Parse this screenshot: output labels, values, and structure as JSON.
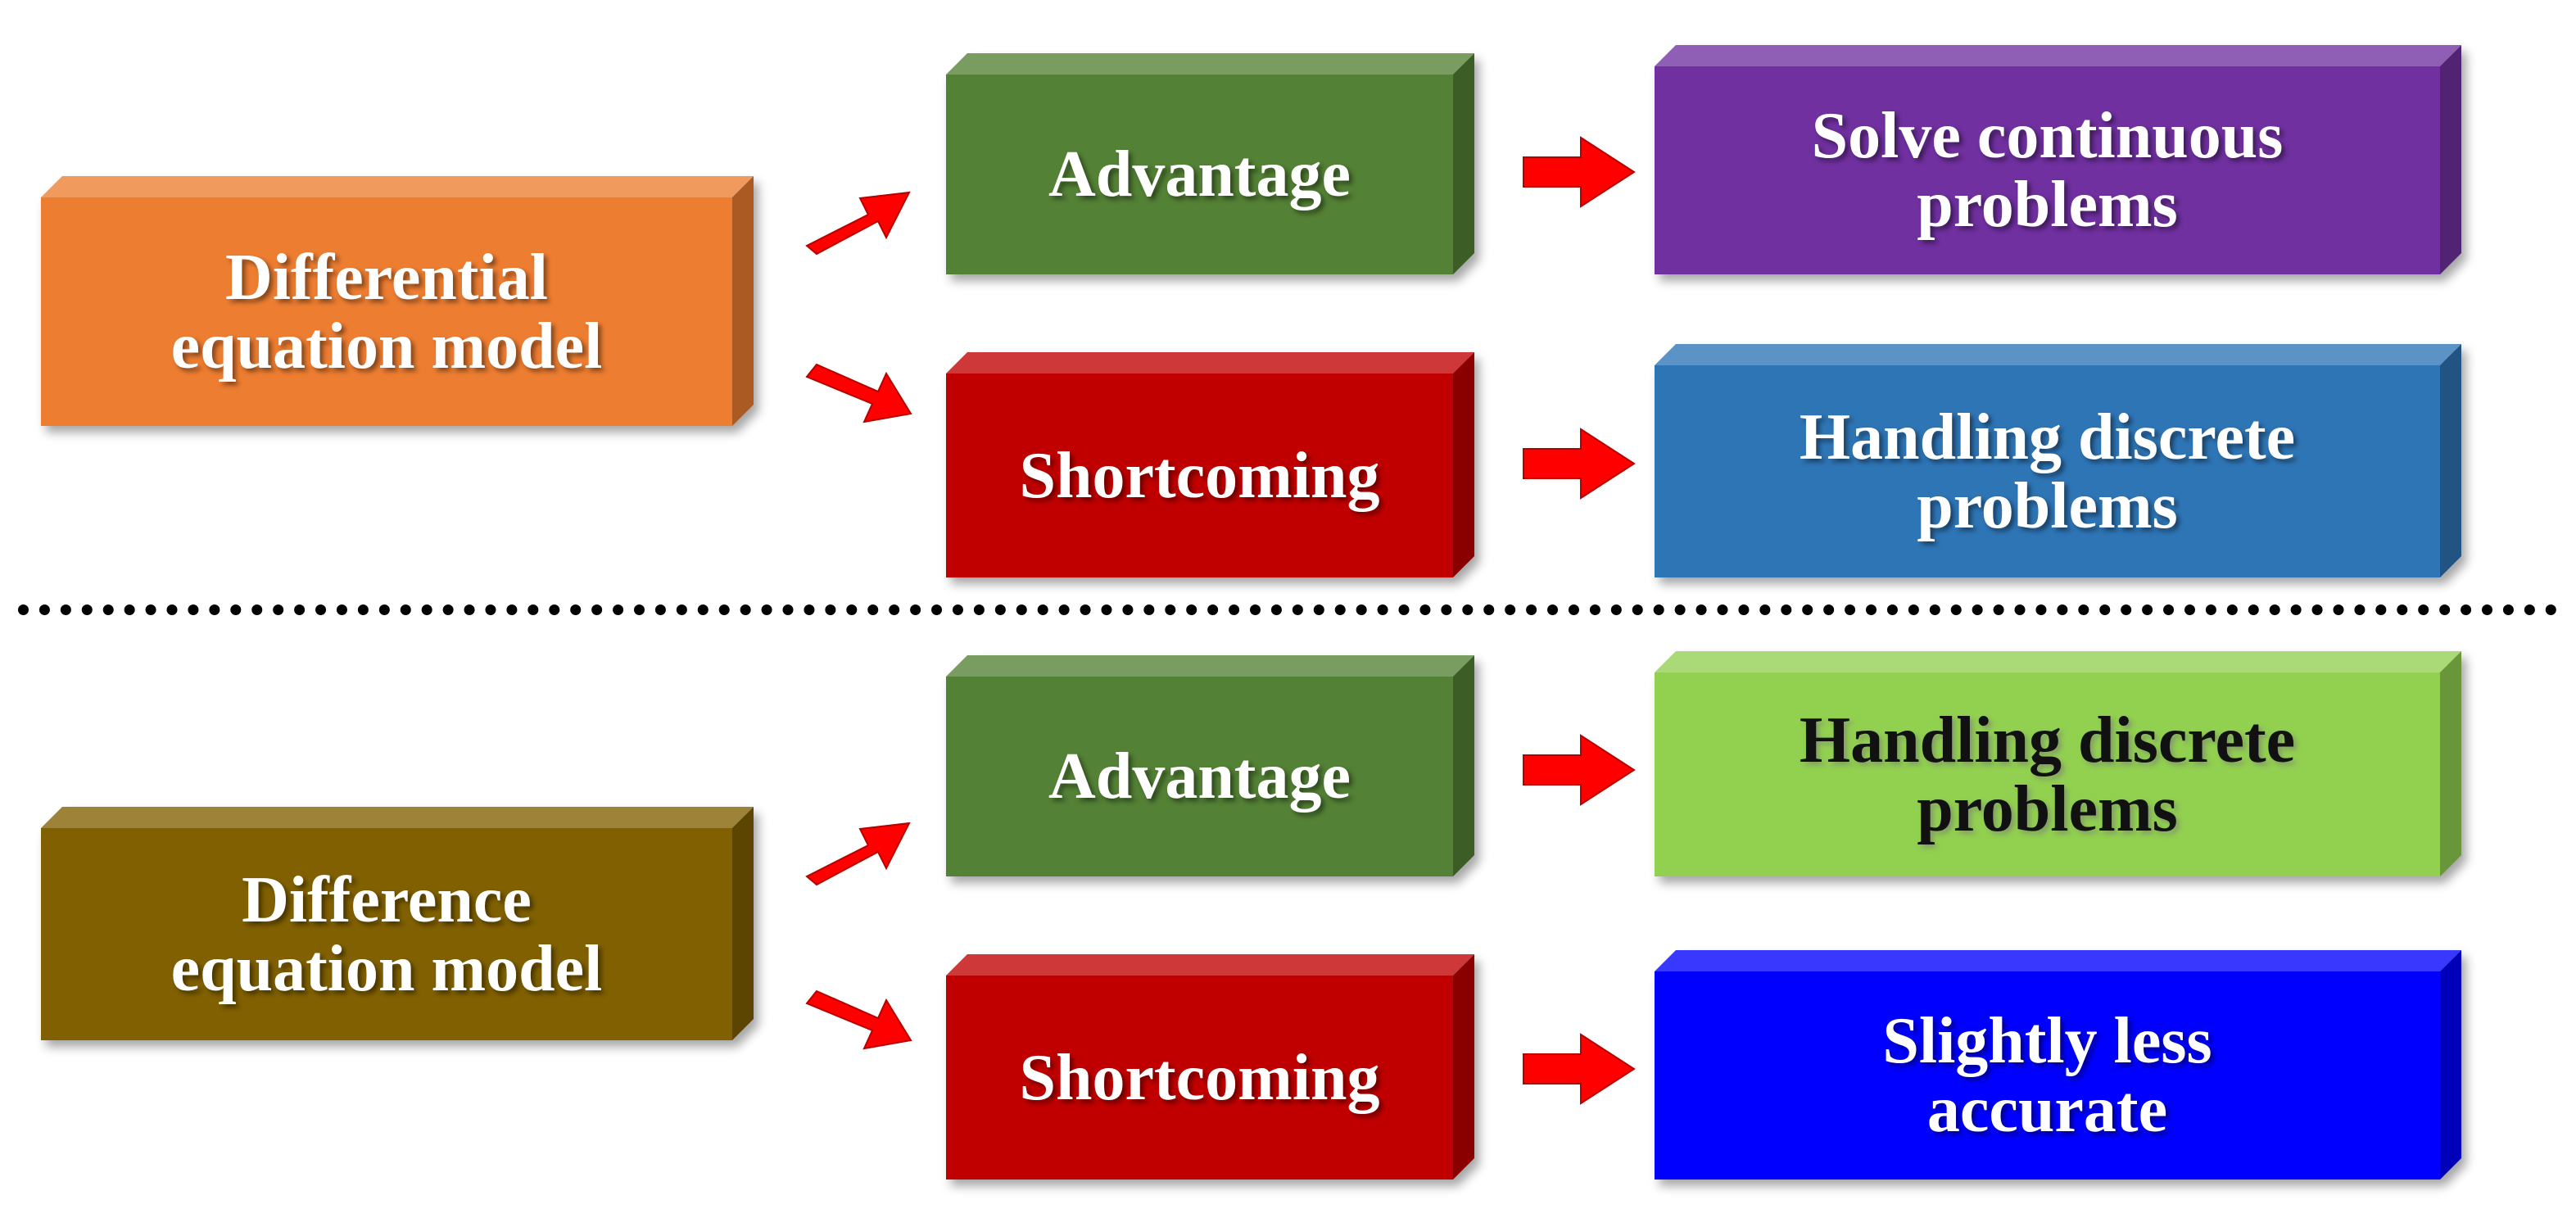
{
  "sections": [
    {
      "model": {
        "label": "Differential\nequation model",
        "color": "#ED7D31"
      },
      "advantage": {
        "label": "Advantage",
        "color": "#538135",
        "result": {
          "label": "Solve continuous\nproblems",
          "color": "#7030A0"
        }
      },
      "shortcoming": {
        "label": "Shortcoming",
        "color": "#C00000",
        "result": {
          "label": "Handling discrete\nproblems",
          "color": "#2E75B6"
        }
      }
    },
    {
      "model": {
        "label": "Difference\nequation model",
        "color": "#806000"
      },
      "advantage": {
        "label": "Advantage",
        "color": "#538135",
        "result": {
          "label": "Handling discrete\nproblems",
          "color": "#92D050"
        }
      },
      "shortcoming": {
        "label": "Shortcoming",
        "color": "#C00000",
        "result": {
          "label": "Slightly less\naccurate",
          "color": "#0000FF"
        }
      }
    }
  ],
  "arrow_color": "#FF0000"
}
